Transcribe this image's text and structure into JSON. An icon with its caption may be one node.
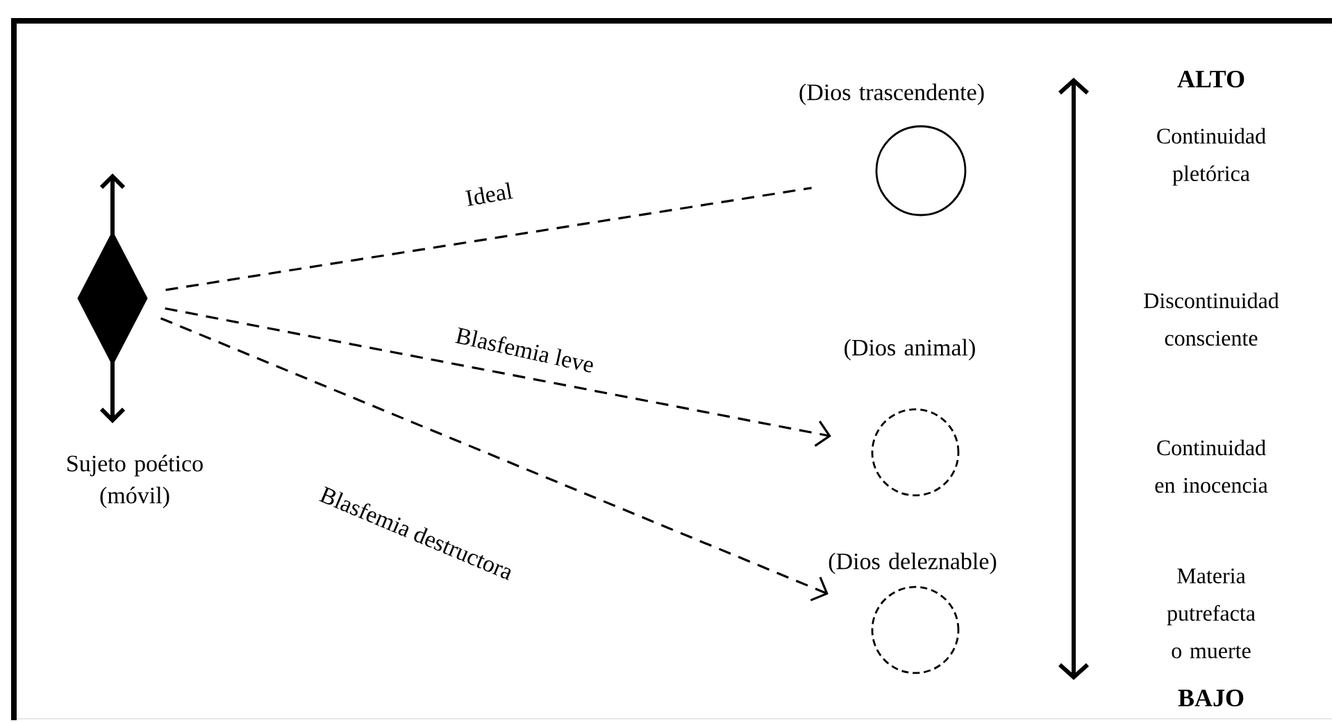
{
  "diagram": {
    "nodes": [
      {
        "text": [],
        "shape": "diamond",
        "beside": [
          "Sujeto poético (móvil)"
        ]
      },
      {
        "text": [],
        "shape": "circle",
        "beside": [
          "(Dios trascendente)"
        ]
      },
      {
        "text": [],
        "shape": "circle",
        "beside": [
          "(Dios animal)"
        ]
      },
      {
        "text": [],
        "shape": "circle",
        "beside": [
          "(Dios deleznable)"
        ]
      }
    ],
    "edges": [
      {
        "from": 0,
        "to": 1,
        "arrow": "none",
        "label": "Ideal",
        "style": "dashed"
      },
      {
        "from": 0,
        "to": 2,
        "arrow": "to",
        "label": "Blasfemia leve",
        "style": "dashed"
      },
      {
        "from": 0,
        "to": 3,
        "arrow": "to",
        "label": "Blasfemia destructora",
        "style": "dashed"
      }
    ],
    "labels": [
      "ALTO",
      "Continuidad pletórica",
      "Discontinuidad consciente",
      "Continuidad en inocencia",
      "Materia putrefacta o muerte",
      "BAJO"
    ]
  }
}
